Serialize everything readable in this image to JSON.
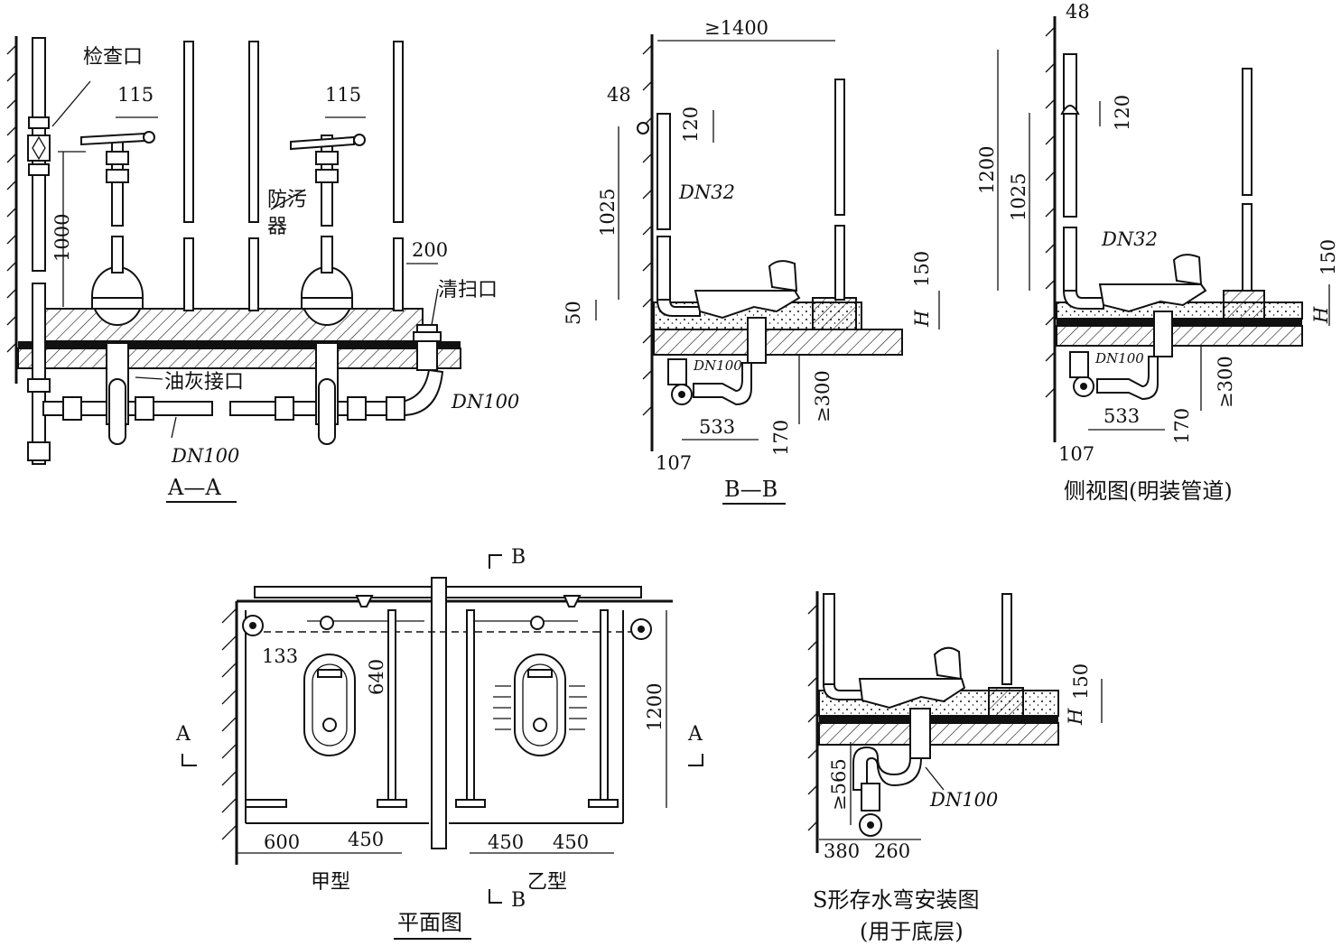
{
  "views": {
    "aa": {
      "caption": "A—A",
      "labels": {
        "inspection": "检查口",
        "backflow_1": "防污",
        "backflow_2": "器",
        "cleanout": "清扫口",
        "putty_joint": "油灰接口",
        "dn100_a": "DN100",
        "dn100_b": "DN100"
      },
      "dims": {
        "d115_a": "115",
        "d115_b": "115",
        "d1000": "1000",
        "d200": "200"
      }
    },
    "bb": {
      "caption": "B—B",
      "dims": {
        "d1400": "≥1400",
        "d48": "48",
        "d120": "120",
        "d1025": "1025",
        "d50": "50",
        "d150": "150",
        "dH": "H",
        "d300": "≥300",
        "d533": "533",
        "d170": "170",
        "d107": "107"
      },
      "labels": {
        "dn32": "DN32",
        "dn100": "DN100"
      }
    },
    "side": {
      "caption": "侧视图(明装管道)",
      "dims": {
        "d48": "48",
        "d120": "120",
        "d1200": "1200",
        "d1025": "1025",
        "d150": "150",
        "dH": "H",
        "d300": "≥300",
        "d533": "533",
        "d170": "170",
        "d107": "107"
      },
      "labels": {
        "dn32": "DN32",
        "dn100": "DN100"
      }
    },
    "plan": {
      "caption": "平面图",
      "section_b_top": "B",
      "section_b_bottom": "B",
      "section_a_left": "A",
      "section_a_right": "A",
      "type_a": "甲型",
      "type_b": "乙型",
      "dims": {
        "d133": "133",
        "d640": "640",
        "d1200": "1200",
        "d600": "600",
        "d450_a": "450",
        "d450_b": "450",
        "d450_c": "450"
      }
    },
    "strap": {
      "caption_1": "S形存水弯安装图",
      "caption_2": "(用于底层)",
      "dims": {
        "d150": "150",
        "dH": "H",
        "d565": "≥565",
        "d380": "380",
        "d260": "260"
      },
      "labels": {
        "dn100": "DN100"
      }
    }
  }
}
